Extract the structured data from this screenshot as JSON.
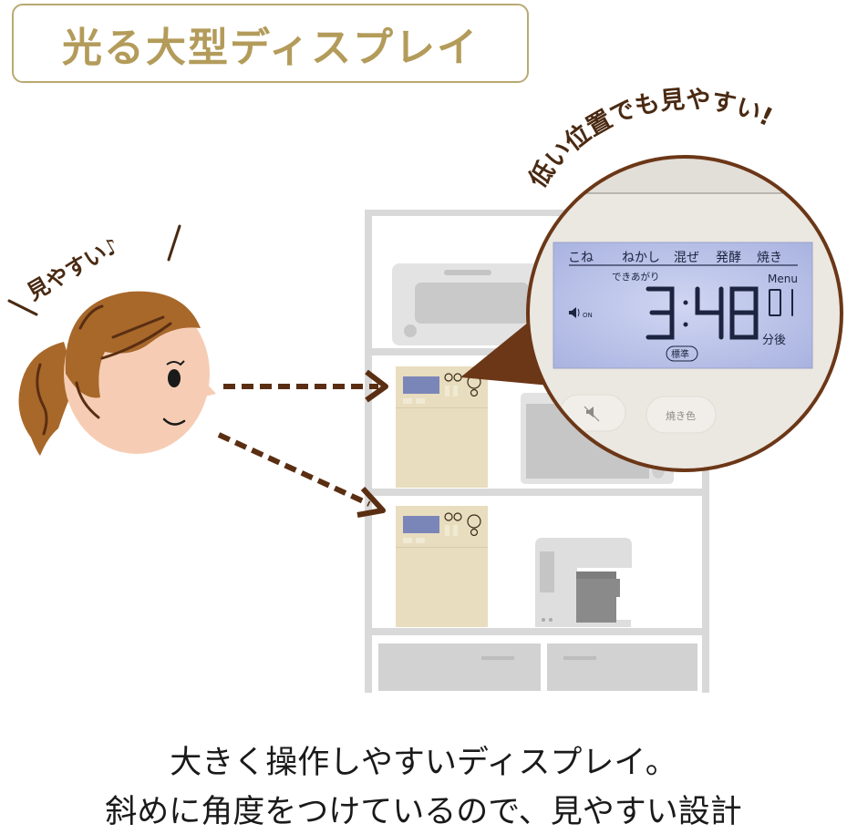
{
  "header": {
    "title": "光る大型ディスプレイ"
  },
  "callouts": {
    "person_speech": "見やすい♪",
    "zoom_caption": "低い位置でも見やすい!"
  },
  "lcd": {
    "steps": [
      "こね",
      "ねかし",
      "混ぜ",
      "発酵",
      "焼き"
    ],
    "finish_label": "できあがり",
    "menu_label": "Menu",
    "time": "3:48",
    "time_hours": "3",
    "time_minutes": "48",
    "menu_number": "01",
    "after_label": "分後",
    "mode_badge": "標準",
    "sound_status": "ON"
  },
  "panel_buttons": {
    "mute_icon": "speaker-mute-icon",
    "crust_color": "焼き色"
  },
  "caption": {
    "line1": "大きく操作しやすいディスプレイ。",
    "line2": "斜めに角度をつけているので、見やすい設計"
  },
  "colors": {
    "gold": "#b39b5a",
    "brown": "#6b3717",
    "hair": "#a8682a",
    "skin": "#f6cdb4",
    "shelf": "#d8d8d8",
    "bread_maker": "#e6dcbd",
    "lcd_blue": "#b4bde6",
    "lcd_screen_mini": "#7b86b8"
  }
}
